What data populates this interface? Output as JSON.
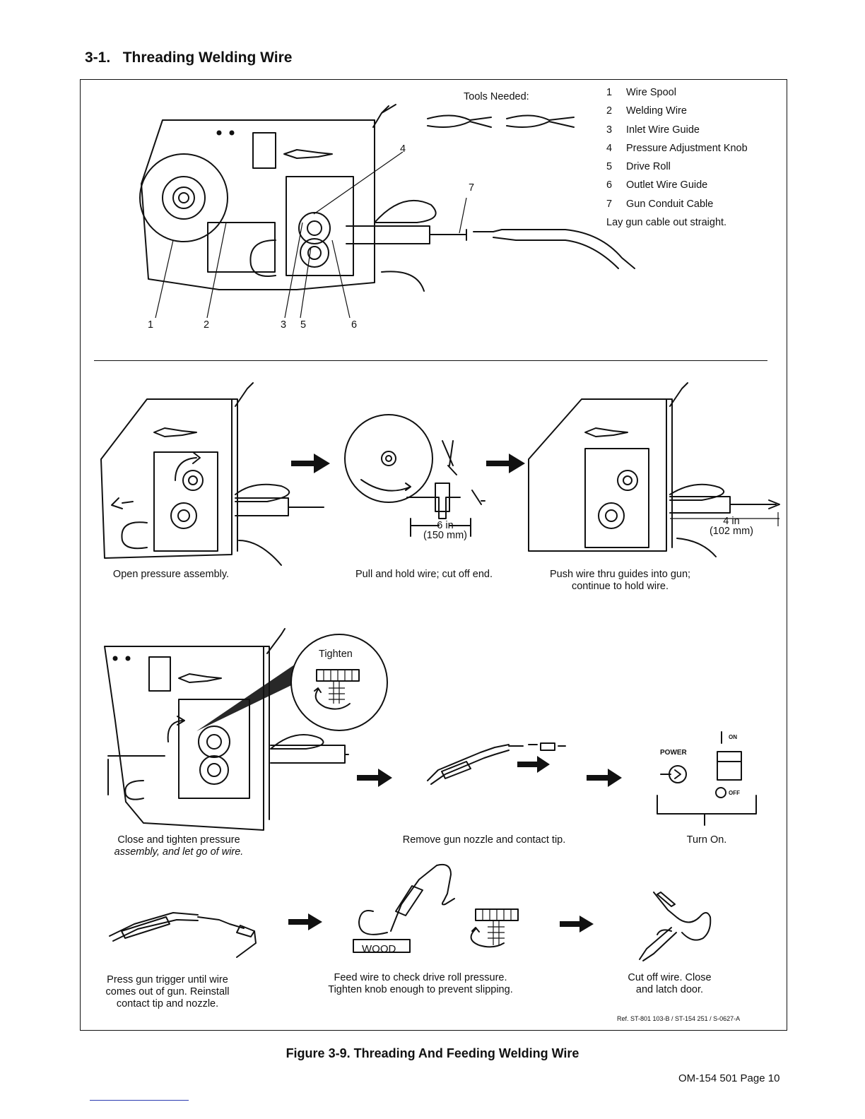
{
  "section": {
    "number": "3-1.",
    "title": "Threading Welding Wire"
  },
  "tools": {
    "label": "Tools Needed:"
  },
  "legend": {
    "items": [
      {
        "num": "1",
        "label": "Wire Spool"
      },
      {
        "num": "2",
        "label": "Welding Wire"
      },
      {
        "num": "3",
        "label": "Inlet Wire Guide"
      },
      {
        "num": "4",
        "label": "Pressure Adjustment Knob"
      },
      {
        "num": "5",
        "label": "Drive Roll"
      },
      {
        "num": "6",
        "label": "Outlet Wire Guide"
      },
      {
        "num": "7",
        "label": "Gun Conduit Cable"
      }
    ],
    "note": "Lay gun cable out straight."
  },
  "callouts": [
    "1",
    "2",
    "3",
    "5",
    "6",
    "4",
    "7"
  ],
  "steps": {
    "open": "Open pressure assembly.",
    "pull": "Pull and hold wire; cut off end.",
    "push_line1": "Push wire thru guides into gun;",
    "push_line2": "continue to hold wire.",
    "close_line1": "Close and tighten pressure",
    "close_line2": "assembly, and let go of wire.",
    "remove": "Remove gun nozzle and contact tip.",
    "turn_on": "Turn On.",
    "press_line1": "Press gun trigger until wire",
    "press_line2": "comes out of gun. Reinstall",
    "press_line3": "contact tip and nozzle.",
    "feed_line1": "Feed wire to check drive roll pressure.",
    "feed_line2": "Tighten knob enough to prevent slipping.",
    "cut_line1": "Cut off wire. Close",
    "cut_line2": "and latch door."
  },
  "dimensions": {
    "six_in": "6 in",
    "six_mm": "(150 mm)",
    "four_in": "4 in",
    "four_mm": "(102 mm)"
  },
  "labels": {
    "tighten": "Tighten",
    "power": "POWER",
    "on": "ON",
    "off": "OFF",
    "wood": "WOOD"
  },
  "ref_note": "Ref. ST-801 103-B / ST-154 251 / S-0627-A",
  "figure_caption": "Figure 3-9. Threading And Feeding Welding Wire",
  "page_number": "OM-154 501 Page 10"
}
